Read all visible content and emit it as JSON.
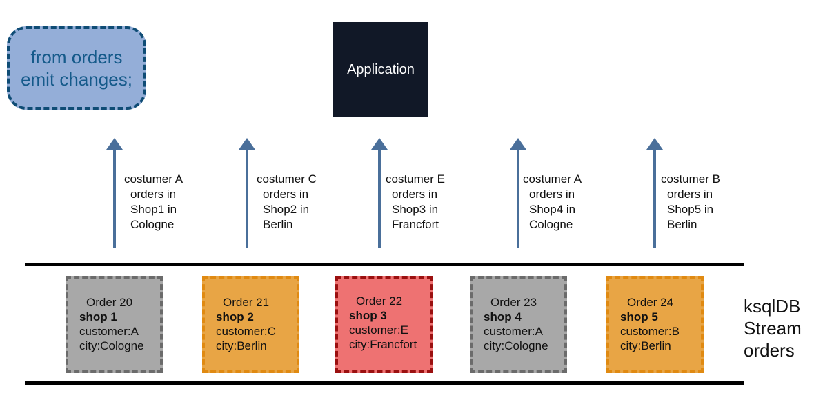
{
  "query": {
    "line1": "from orders",
    "line2": "emit changes;"
  },
  "application": {
    "label": "Application"
  },
  "events": [
    {
      "line1": "costumer A",
      "line2": "orders in",
      "line3": "Shop1 in",
      "line4": "Cologne"
    },
    {
      "line1": "costumer C",
      "line2": "orders in",
      "line3": "Shop2 in",
      "line4": "Berlin"
    },
    {
      "line1": "costumer E",
      "line2": "orders in",
      "line3": "Shop3 in",
      "line4": "Francfort"
    },
    {
      "line1": "costumer A",
      "line2": "orders in",
      "line3": "Shop4 in",
      "line4": "Cologne"
    },
    {
      "line1": "costumer B",
      "line2": "orders in",
      "line3": "Shop5 in",
      "line4": "Berlin"
    }
  ],
  "orders": [
    {
      "id": "Order 20",
      "shop": "shop 1",
      "customer": "customer:A",
      "city": "city:Cologne",
      "fill": "#a8a8a8",
      "border": "#6b6b6b"
    },
    {
      "id": "Order 21",
      "shop": "shop 2",
      "customer": "customer:C",
      "city": "city:Berlin",
      "fill": "#e8a545",
      "border": "#e08a12"
    },
    {
      "id": "Order 22",
      "shop": "shop 3",
      "customer": "customer:E",
      "city": "city:Francfort",
      "fill": "#ee7272",
      "border": "#9b1010"
    },
    {
      "id": "Order 23",
      "shop": "shop 4",
      "customer": "customer:A",
      "city": "city:Cologne",
      "fill": "#a8a8a8",
      "border": "#6b6b6b"
    },
    {
      "id": "Order 24",
      "shop": "shop 5",
      "customer": "customer:B",
      "city": "city:Berlin",
      "fill": "#e8a545",
      "border": "#e08a12"
    }
  ],
  "stream": {
    "line1": "ksqlDB",
    "line2": "Stream",
    "line3": "orders"
  },
  "colors": {
    "arrow": "#4a6f9a",
    "rail": "#000000"
  }
}
